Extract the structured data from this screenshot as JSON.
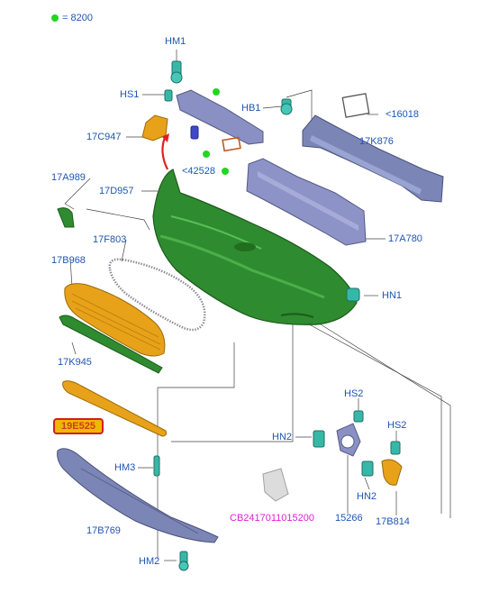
{
  "legend": {
    "marker_color": "#22d622",
    "text": "= 8200"
  },
  "callouts": {
    "hm1": "HM1",
    "hs1": "HS1",
    "hb1": "HB1",
    "ref16018": "<16018",
    "c17c947": "17C947",
    "c17k876": "17K876",
    "ref42528": "<42528",
    "c17a989": "17A989",
    "c17d957": "17D957",
    "c17f803": "17F803",
    "c17a780": "17A780",
    "c17b968": "17B968",
    "hn1": "HN1",
    "c17k945": "17K945",
    "c19e525": "19E525",
    "hs2a": "HS2",
    "hn2a": "HN2",
    "hs2b": "HS2",
    "hm3": "HM3",
    "hn2b": "HN2",
    "cb": "CB2417011015200",
    "c15266": "15266",
    "c17b814": "17B814",
    "c17b769": "17B769",
    "hm2": "HM2"
  },
  "colors": {
    "label_text": "#1e56b3",
    "label_special": "#e11fd4",
    "bumper": "#2f8b2f",
    "highlight_part": "#f0b800",
    "highlight_border": "#d11f1f",
    "reinforcement": "#8a8fc4",
    "bracket_orange": "#e7a21a",
    "fastener_teal": "#36b8a8",
    "arrow_red": "#e02020"
  }
}
